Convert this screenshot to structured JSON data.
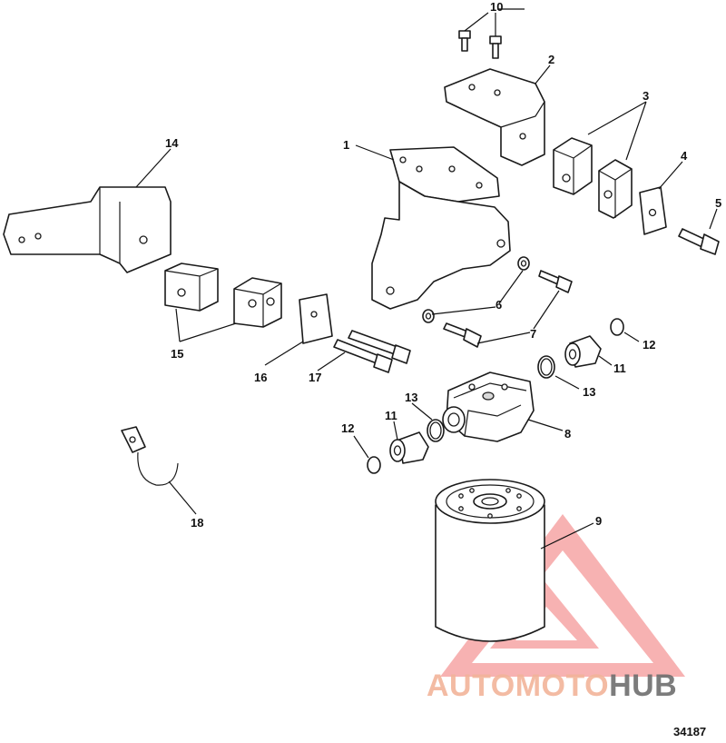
{
  "callouts": {
    "c1": "1",
    "c2": "2",
    "c3": "3",
    "c4": "4",
    "c5": "5",
    "c6": "6",
    "c7": "7",
    "c8": "8",
    "c9": "9",
    "c10": "10",
    "c11a": "11",
    "c11b": "11",
    "c12a": "12",
    "c12b": "12",
    "c13a": "13",
    "c13b": "13",
    "c14": "14",
    "c15": "15",
    "c16": "16",
    "c17": "17",
    "c18": "18"
  },
  "document_number": "34187",
  "watermark": {
    "part1": "AUTOMOTO",
    "part2": "HUB",
    "color_primary": "#f2b49a",
    "color_secondary": "#f07c7c",
    "color_dark": "#6e6e6e"
  }
}
